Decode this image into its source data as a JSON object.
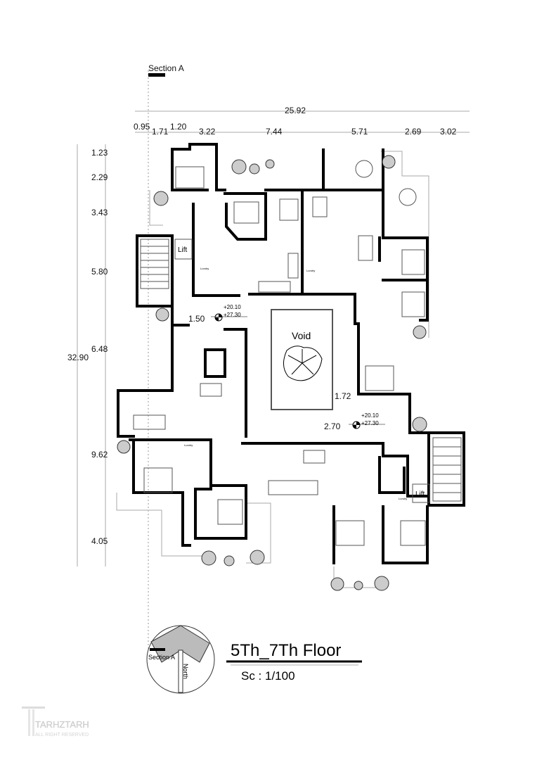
{
  "section_marker": {
    "label": "Section A"
  },
  "dimensions": {
    "overall_width": "25.92",
    "top": [
      "0.95",
      "1.71",
      "1.20",
      "3.22",
      "7.44",
      "5.71",
      "2.69",
      "3.02"
    ],
    "left": [
      "1.23",
      "2.29",
      "3.43",
      "5.80",
      "6.48",
      "9.62",
      "4.05"
    ],
    "overall_height": "32.90",
    "interior": [
      "1.50",
      "1.72",
      "2.70"
    ]
  },
  "levels": [
    {
      "upper": "+20.10",
      "lower": "+27.30"
    },
    {
      "upper": "+20.10",
      "lower": "+27.30"
    }
  ],
  "rooms": {
    "void": "Void",
    "lift": "Lift",
    "laundry": "Lundry"
  },
  "north_arrow": {
    "north": "North",
    "section": "Section A"
  },
  "title": {
    "main": "5Th_7Th Floor",
    "scale": "Sc : 1/100"
  },
  "logo": {
    "name": "TARHZTARH",
    "tagline": "ALL RIGHT RESERVED"
  }
}
